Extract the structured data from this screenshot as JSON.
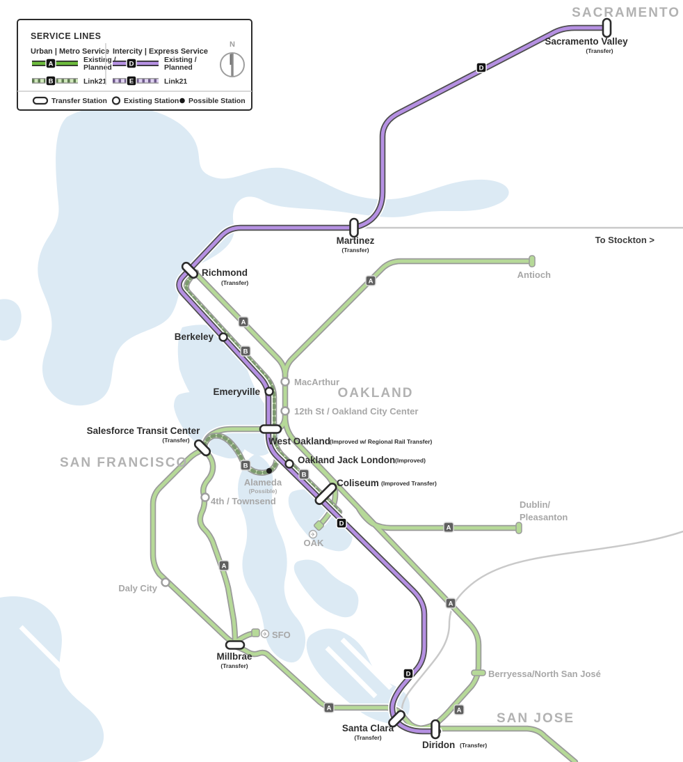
{
  "legend": {
    "title": "SERVICE LINES",
    "urban_header": "Urban | Metro Service",
    "intercity_header": "Intercity | Express Service",
    "existing_line1": "Existing /",
    "existing_line2": "Planned",
    "link21_label": "Link21",
    "compass_label": "N",
    "station_types": {
      "transfer": "Transfer Station",
      "existing": "Existing Station",
      "possible": "Possible Station"
    }
  },
  "lines": {
    "a": {
      "letter": "A"
    },
    "b": {
      "letter": "B"
    },
    "d": {
      "letter": "D"
    },
    "e": {
      "letter": "E"
    }
  },
  "colors": {
    "urban_green_bright": "#6cbb3c",
    "map_green": "#b6d998",
    "green_casing": "#9a9a9a",
    "intercity_purple": "#b590e2",
    "purple_casing": "#4c4c4c",
    "link21_tick_green": "#7d9a6f",
    "link21_tick_purple": "#8f7cab",
    "water": "#dceaf4",
    "gray_rail": "#c9c9c9",
    "marker_dark": "#141414",
    "marker_gray": "#5f5f5f"
  },
  "regions": {
    "sacramento": "SACRAMENTO",
    "oakland": "OAKLAND",
    "san_francisco": "SAN FRANCISCO",
    "san_jose": "SAN JOSE"
  },
  "annotations": {
    "to_stockton": "To Stockton >"
  },
  "stations": {
    "sacramento_valley": {
      "name": "Sacramento Valley",
      "note": "(Transfer)"
    },
    "martinez": {
      "name": "Martinez",
      "note": "(Transfer)"
    },
    "antioch": {
      "name": "Antioch"
    },
    "richmond": {
      "name": "Richmond",
      "note": "(Transfer)"
    },
    "berkeley": {
      "name": "Berkeley"
    },
    "emeryville": {
      "name": "Emeryville"
    },
    "macarthur": {
      "name": "MacArthur"
    },
    "twelfth_st": {
      "name": "12th St / Oakland City Center"
    },
    "west_oakland": {
      "name": "West Oakland",
      "note": "(Improved w/ Regional Rail Transfer)"
    },
    "oakland_jack_london": {
      "name": "Oakland Jack London",
      "note": "(Improved)"
    },
    "coliseum": {
      "name": "Coliseum",
      "note": "(Improved Transfer)"
    },
    "alameda": {
      "name": "Alameda",
      "note": "(Possible)"
    },
    "salesforce_transit_center": {
      "name": "Salesforce Transit Center",
      "note": "(Transfer)"
    },
    "fourth_townsend": {
      "name": "4th / Townsend"
    },
    "oak": {
      "name": "OAK"
    },
    "dublin_pleasanton": {
      "name": "Dublin/",
      "name2": "Pleasanton"
    },
    "daly_city": {
      "name": "Daly City"
    },
    "sfo": {
      "name": "SFO"
    },
    "millbrae": {
      "name": "Millbrae",
      "note": "(Transfer)"
    },
    "berryessa": {
      "name": "Berryessa/North San José"
    },
    "santa_clara": {
      "name": "Santa Clara",
      "note": "(Transfer)"
    },
    "diridon": {
      "name": "Diridon",
      "note": "(Transfer)"
    }
  },
  "icons": {
    "airplane": "✈"
  }
}
